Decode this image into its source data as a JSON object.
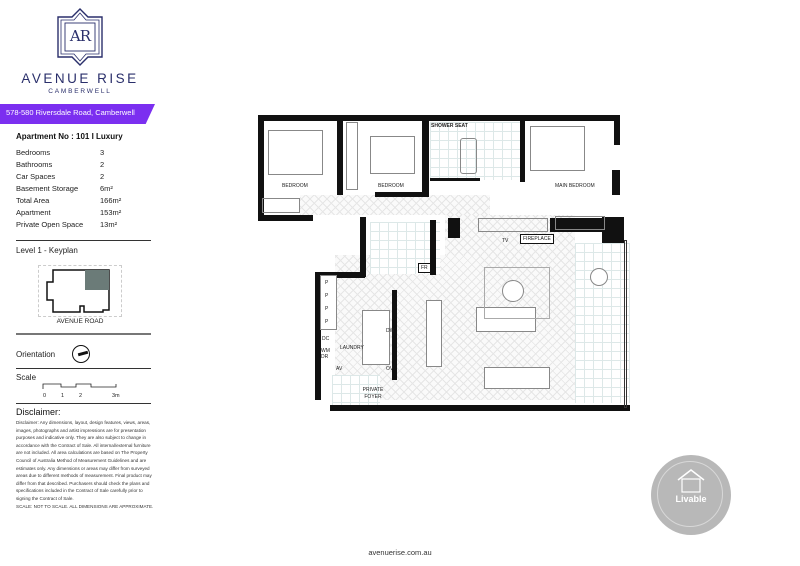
{
  "brand": {
    "monogram": "AR",
    "name": "AVENUE RISE",
    "suburb": "CAMBERWELL",
    "accent_color": "#7b2ff0",
    "logo_color": "#2a2f6b"
  },
  "address": "578-580 Riversdale Road, Camberwell",
  "apartment": {
    "title": "Apartment No : 101 I Luxury",
    "specs": [
      {
        "label": "Bedrooms",
        "value": "3"
      },
      {
        "label": "Bathrooms",
        "value": "2"
      },
      {
        "label": "Car Spaces",
        "value": "2"
      },
      {
        "label": "Basement Storage",
        "value": "6m²"
      },
      {
        "label": "Total Area",
        "value": "166m²"
      },
      {
        "label": "Apartment",
        "value": "153m²"
      },
      {
        "label": "Private Open Space",
        "value": "13m²"
      }
    ]
  },
  "keyplan": {
    "label": "Level 1 - Keyplan",
    "road": "AVENUE ROAD"
  },
  "orientation": {
    "label": "Orientation",
    "icon": "compass-icon"
  },
  "scale": {
    "label": "Scale",
    "ticks": [
      "0",
      "1",
      "2",
      "3m"
    ]
  },
  "disclaimer": {
    "title": "Disclaimer:",
    "body": "Disclaimer: Any dimensions, layout, design features, views, areas, images, photographs and artist impressions are for presentation purposes and indicative only. They are also subject to change in accordance with the Contract of Sale. All internal/external furniture are not included. All area calculations are based on The Property Council of Australia Method of Measurement Guidelines and are estimates only. Any dimensions or areas may differ from surveyed areas due to different methods of measurement. Final product may differ from that described. Purchasers should check the plans and specifications included in the Contract of Sale carefully prior to signing the Contract of Sale.",
    "footnote": "SCALE: NOT TO SCALE. ALL DIMENSIONS ARE APPROXIMATE."
  },
  "floorplan": {
    "rooms": {
      "bedroom_1": "BEDROOM",
      "bedroom_2": "BEDROOM",
      "shower_seat": "SHOWER SEAT",
      "main_bedroom": "MAIN BEDROOM",
      "tv": "TV",
      "fireplace": "FIREPLACE",
      "fridge": "FR",
      "pantry": [
        "P",
        "P",
        "P",
        "P"
      ],
      "dc": "DC",
      "wm_dr": "WM DR",
      "laundry": "LAUNDRY",
      "dw": "DW",
      "ov": "OV",
      "av": "AV",
      "private_foyer": "PRIVATE FOYER"
    }
  },
  "badge": {
    "label": "Livable",
    "icon": "livable-housing-icon"
  },
  "website": "avenuerise.com.au"
}
